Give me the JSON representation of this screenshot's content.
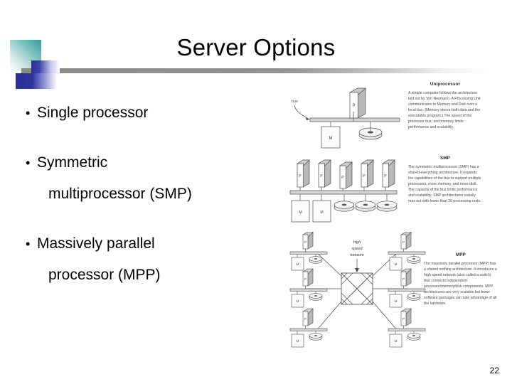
{
  "slide": {
    "title": "Server Options",
    "page_number": "22",
    "bullets": [
      {
        "marker": "•",
        "text": "Single processor",
        "continuation": ""
      },
      {
        "marker": "•",
        "text": "Symmetric",
        "continuation": "multiprocessor (SMP)"
      },
      {
        "marker": "•",
        "text": "Massively parallel",
        "continuation": "processor (MPP)"
      }
    ]
  },
  "diagrams": {
    "uniprocessor": {
      "title": "Uniprocessor",
      "body": "A simple computer follows the architecture laid out by Von Neumann. A Processing Unit communicates to Memory and Disk over a local bus. (Memory stores both data and the executable program.) The speed of the processor bus, and memory limits performance and scalability.",
      "bus_label": "bus",
      "processor_label": "P",
      "memory_label": "M"
    },
    "smp": {
      "title": "SMP",
      "body": "The symmetric multiprocessor (SMP) has a shared-everything architecture. It expands the capabilities of the bus to support multiple processors, more memory, and more disk. The capacity of the bus limits performance and scalability. SMP architectures usually max out with fewer than 20 processing units.",
      "processor_label": "P",
      "memory_label": "M",
      "processor_count": 5,
      "memory_count": 2,
      "disk_count": 3
    },
    "mpp": {
      "title": "MPP",
      "body": "The massively parallel processor (MPP) has a shared nothing architecture. It introduces a high speed network (also called a switch) that connects independent processor/memory/disk components. MPP architectures are very scalable but fewer software packages can take advantage of all the hardware.",
      "network_label_lines": [
        "high",
        "speed",
        "network"
      ],
      "processor_label": "P",
      "memory_label": "M",
      "node_count": 6
    }
  },
  "colors": {
    "teal": "#2f9c98",
    "blue": "#2a2f96",
    "bar_gray": "#8a8a8a",
    "text": "#000000",
    "diagram_text": "#4a4a4a"
  }
}
